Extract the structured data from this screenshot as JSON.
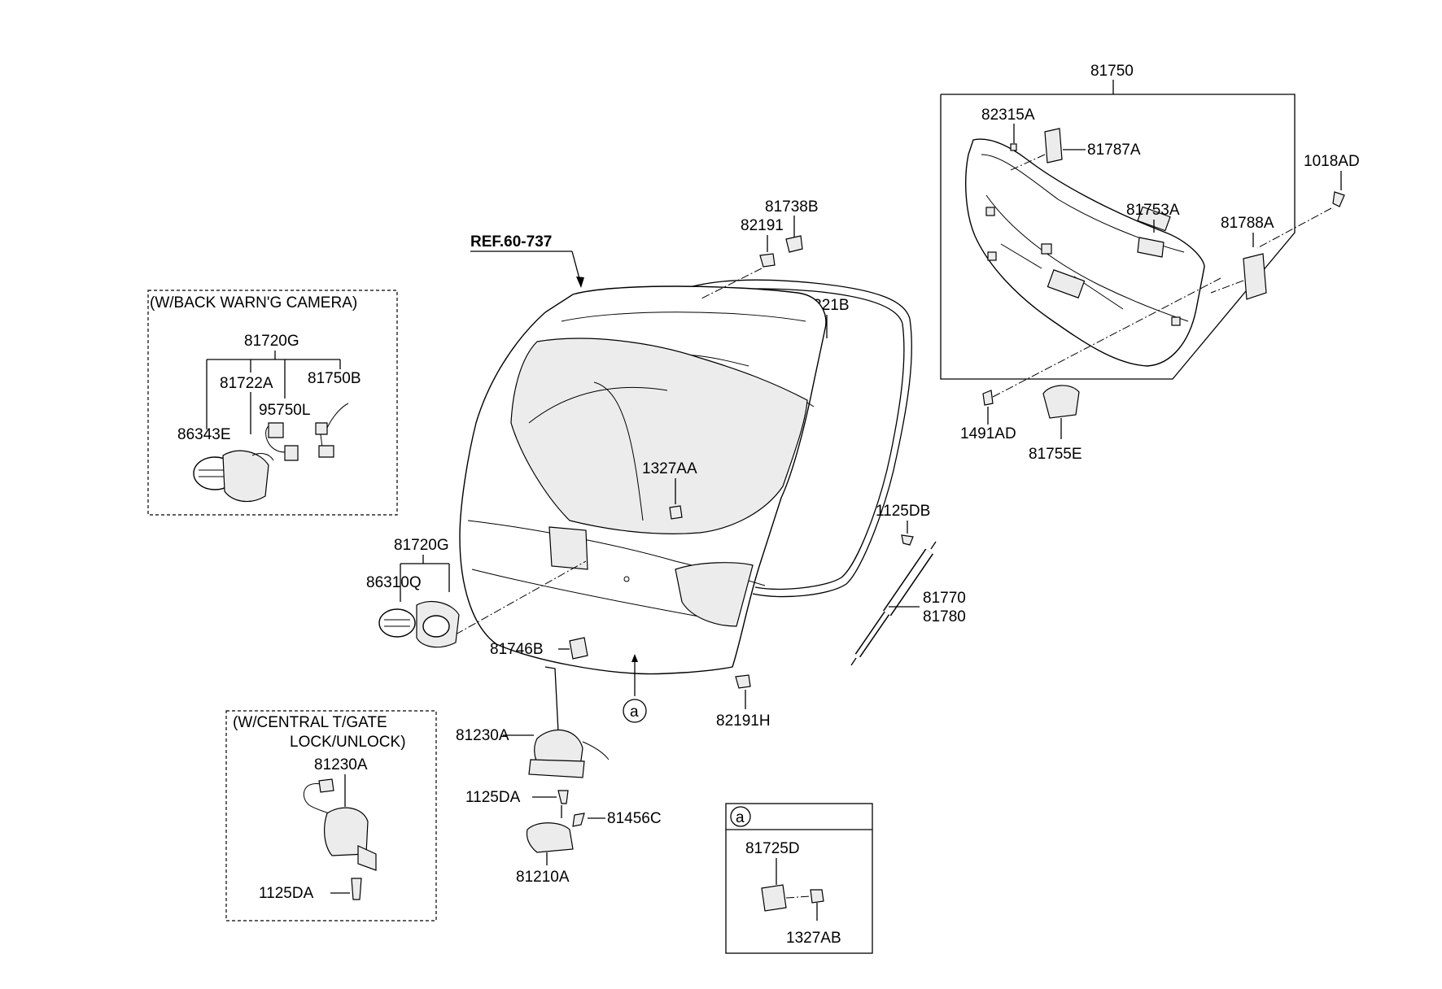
{
  "labels": {
    "p81750": "81750",
    "p82315A": "82315A",
    "p81787A": "81787A",
    "p1018AD": "1018AD",
    "p81753A": "81753A",
    "p81788A": "81788A",
    "p1491AD": "1491AD",
    "p81755E": "81755E",
    "p81738B": "81738B",
    "p82191": "82191",
    "ref": "REF.60-737",
    "p87321B": "87321B",
    "p1327AA": "1327AA",
    "p1125DB": "1125DB",
    "p81770": "81770",
    "p81780": "81780",
    "p81720G_main": "81720G",
    "p86310Q": "86310Q",
    "p81746B": "81746B",
    "p82191H": "82191H",
    "p81230A_main": "81230A",
    "p1125DA_main": "1125DA",
    "p81456C": "81456C",
    "p81210A": "81210A",
    "circle_a": "a",
    "camera_title": "(W/BACK WARN'G CAMERA)",
    "p81720G_cam": "81720G",
    "p81722A": "81722A",
    "p81750B": "81750B",
    "p95750L": "95750L",
    "p86343E": "86343E",
    "lock_title_1": "(W/CENTRAL T/GATE",
    "lock_title_2": "LOCK/UNLOCK)",
    "p81230A_lock": "81230A",
    "p1125DA_lock": "1125DA",
    "detail_a": "a",
    "p81725D": "81725D",
    "p1327AB": "1327AB"
  }
}
